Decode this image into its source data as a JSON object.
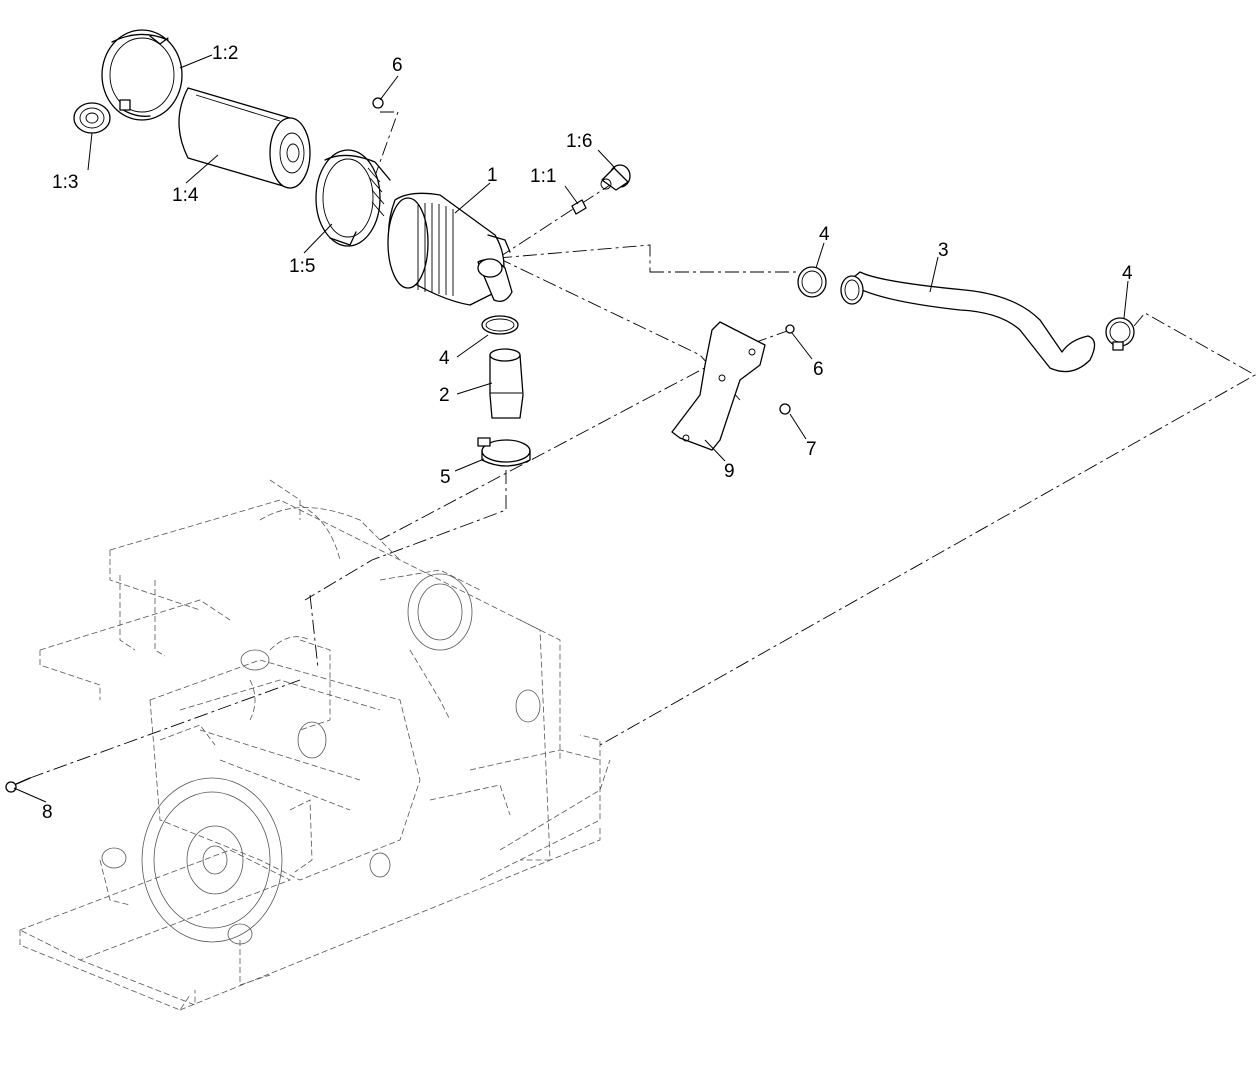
{
  "callouts": {
    "c1": "1",
    "c1_1": "1:1",
    "c1_2": "1:2",
    "c1_3": "1:3",
    "c1_4": "1:4",
    "c1_5": "1:5",
    "c1_6": "1:6",
    "c2": "2",
    "c3": "3",
    "c4a": "4",
    "c4b": "4",
    "c4c": "4",
    "c5": "5",
    "c6a": "6",
    "c6b": "6",
    "c7": "7",
    "c8": "8",
    "c9": "9"
  }
}
